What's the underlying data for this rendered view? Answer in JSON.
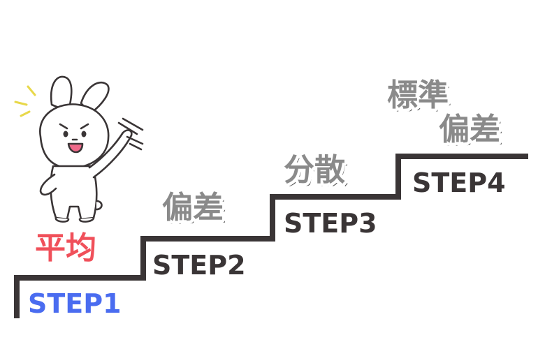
{
  "colors": {
    "stair": "#3a3536",
    "step1": "#4a6cf0",
    "step_other": "#3a3536",
    "heikin": "#f0505a",
    "concept_gray": "#8a8a8a",
    "rabbit_line": "#3a3536",
    "rabbit_mouth": "#f06a8a",
    "spark": "#e8d84a"
  },
  "steps": [
    {
      "label": "STEP1",
      "concept": [
        "平均"
      ],
      "color_key": "step1",
      "concept_color_key": "heikin"
    },
    {
      "label": "STEP2",
      "concept": [
        "偏差"
      ],
      "color_key": "step_other",
      "concept_color_key": "concept_gray"
    },
    {
      "label": "STEP3",
      "concept": [
        "分散"
      ],
      "color_key": "step_other",
      "concept_color_key": "concept_gray"
    },
    {
      "label": "STEP4",
      "concept": [
        "標準",
        "偏差"
      ],
      "color_key": "step_other",
      "concept_color_key": "concept_gray"
    }
  ],
  "icons": {
    "character": "rabbit-mascot-icon",
    "sparkle": "sparkle-lines-icon"
  }
}
